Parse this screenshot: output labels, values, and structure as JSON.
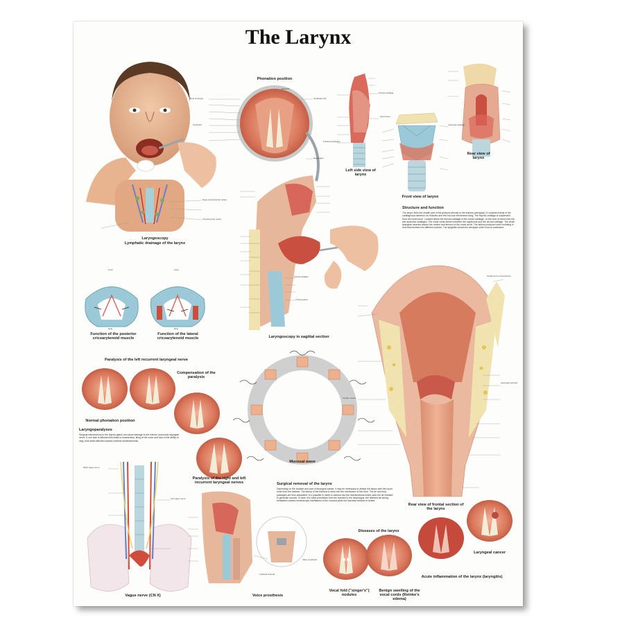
{
  "poster": {
    "title": "The Larynx",
    "captions": {
      "laryngoscopy": "Laryngoscopy",
      "lymphatic": "Lymphatic drainage of the larynx",
      "phonation_position": "Phonation position",
      "left_side_view": "Left side view of larynx",
      "front_view": "Front view of larynx",
      "rear_view": "Rear view of larynx",
      "posterior_crico": "Function of the posterior cricoarytenoid muscle",
      "lateral_crico": "Function of the lateral cricoarytenoid muscle",
      "sagittal": "Laryngoscopy in sagittal section",
      "paralysis_left": "Paralysis of the left recurrent laryngeal nerve",
      "compensation": "Compensation of the paralysis",
      "normal_phonation": "Normal phonation position",
      "mucosal_wave": "Mucosal wave",
      "paralysis_right_left": "Paralysis of the right and left recurrent laryngeal nerves",
      "rear_frontal_section": "Rear view of frontal section of the larynx",
      "vagus": "Vagus nerve (CN X)",
      "voice_prosthesis": "Voice prosthesis",
      "diseases": "Diseases of the larynx",
      "laryngeal_cancer": "Laryngeal cancer",
      "acute_inflammation": "Acute inflammation of the larynx (laryngitis)",
      "vocal_fold_nodules": "Vocal fold (\"singer's\") nodules",
      "benign_swelling": "Benign swelling of the vocal cords (Reinke's edema)"
    },
    "structure": {
      "heading": "Structure and function",
      "text": "The larynx links the middle part of the pharynx (throat) to the trachea (windpipe). It consists mainly of the cartilaginous skeleton, its muscles and the mucous membrane lining. The thyroid cartilage is suspended from the hyoid bone. Located below the thyroid cartilage is the cricoid cartilage, on the rear of which rest the two arytenoid cartilages. The vocal cords stretch between the arytenoids and the cricoid cartilage. The small laryngeal muscles assure the motion and tension of the vocal cords. The airflow produced when exhaling is thus transformed into different sounds. The epiglottis closes the windpipe when food is swallowed."
    },
    "laryngoparalyses": {
      "heading": "Laryngoparalyses",
      "text": "Surgical interventions to the thyroid gland can cause damage to the inferior (recurrent) laryngeal nerve. If one side is affected this leads to hoarseness, tiring of the voice and loss of the ability to sing; both sides affected causes extreme breathlessness."
    },
    "surgical": {
      "heading": "Surgical removal of the larynx",
      "text": "Depending on the location and size of laryngeal cancer, it may be necessary to detach the larynx with the hyoid bone from the trachea. The stump of the trachea is sewn into the membrane of the neck. The air and food passages are thus separated. It is possible to insert a cannula into the tracheostoma which uses the air exhaled to generate sounds. In case of a valve prosthesis from the trachea to the esophagus, the diverted air during exhalation causes stroboscopic oscillations of the mucosa while the tracheal cannula is closed."
    },
    "labels": {
      "epiglottis": "Epiglottis",
      "root_of_tongue": "Root of tongue",
      "vestibular_fold": "Vestibular fold",
      "vocal_fold": "Vocal fold",
      "thyroid_cartilage": "Thyroid cartilage",
      "cricoid_cartilage": "Cricoid cartilage",
      "trachea": "Trachea (windpipe)",
      "esophagus": "Esophagus",
      "hyoid_bone": "Hyoid bone",
      "thyroid_gland": "Thyroid gland",
      "arytenoid_cartilage": "Arytenoid cartilage",
      "laryngeal_ventricle": "Laryngeal ventricle",
      "vocalis_muscle": "Vocalis muscle",
      "greater_horn": "Greater horn of hyoid bone",
      "front": "Front",
      "rear": "Rear",
      "tracheal_cannula": "Tracheal cannula",
      "valve_prosthesis": "Valve prosthesis",
      "right_vagus": "Right vagus nerve",
      "left_vagus": "Left vagus nerve",
      "thyroid_lymph": "Thyroid lymph nodes",
      "jugular_lymph": "Deep cervical lymph nodes"
    },
    "colors": {
      "tissue": "#e8a07c",
      "mucosa": "#d9755a",
      "cartilage_blue": "#9cc9d8",
      "bone": "#f1e3b0",
      "skin": "#e9b896",
      "nerve": "#e8d36a"
    }
  }
}
